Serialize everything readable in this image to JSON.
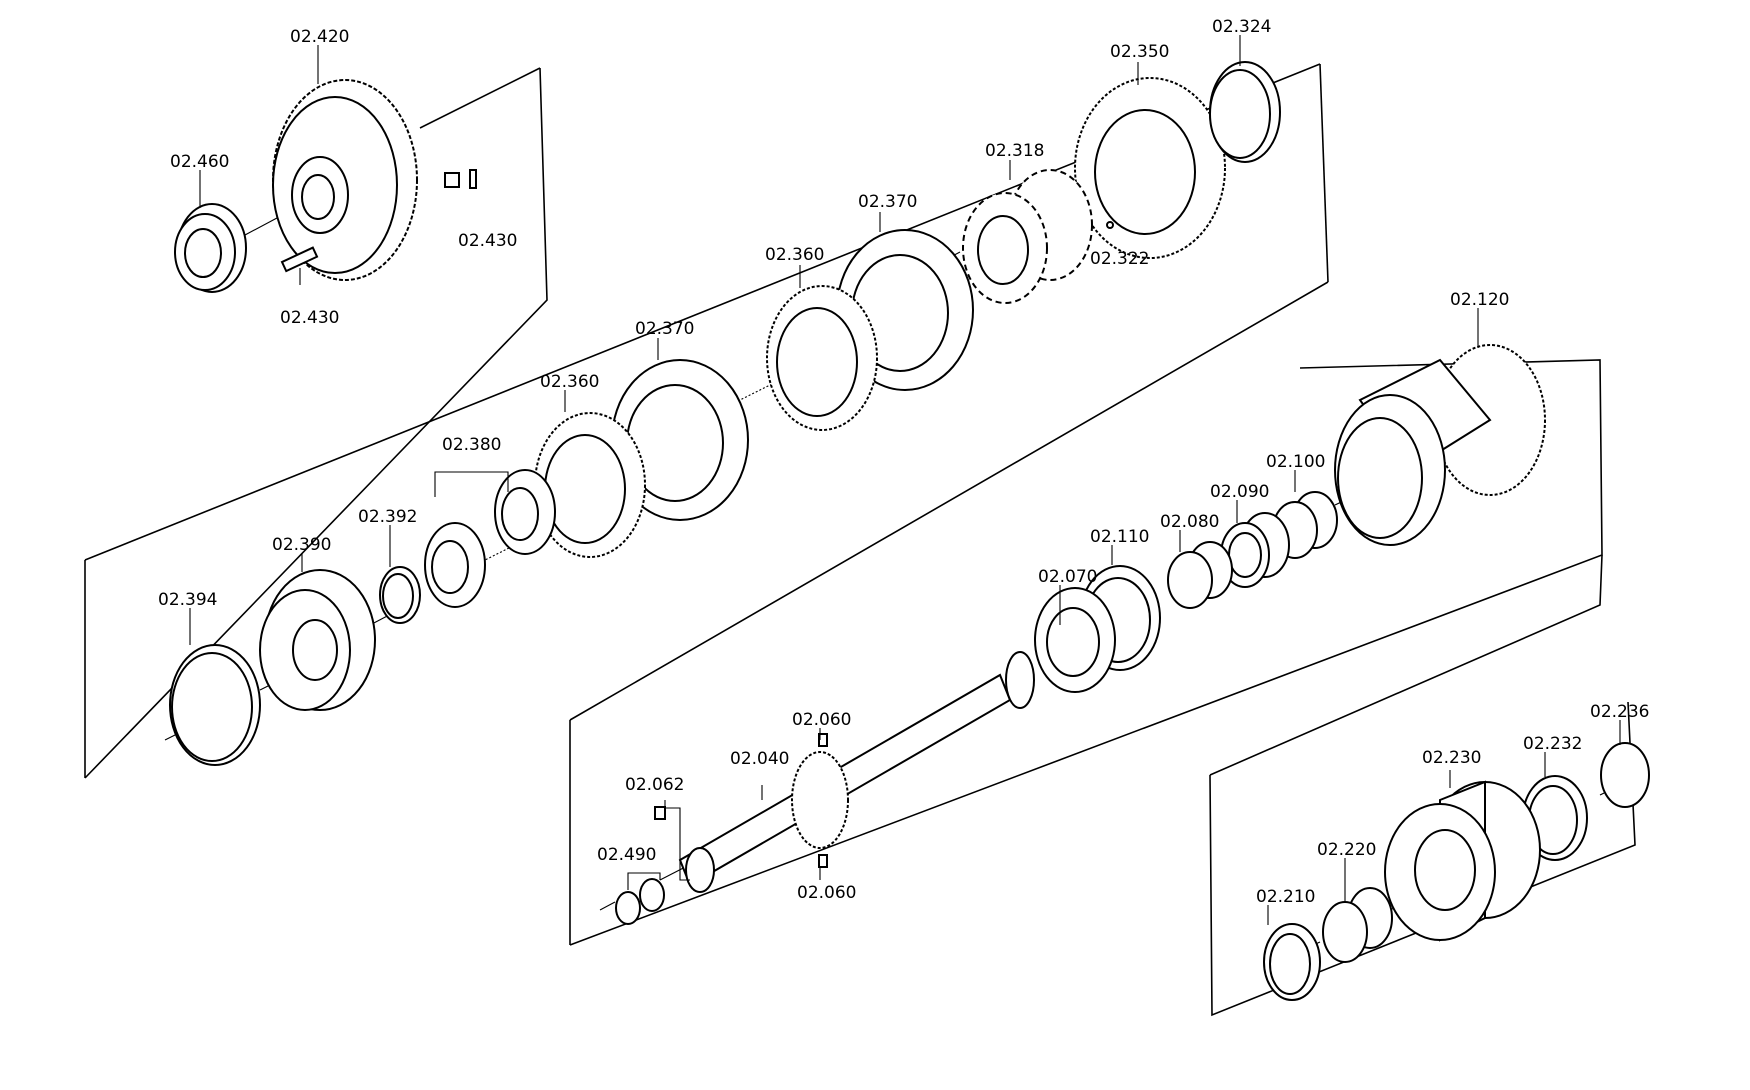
{
  "diagram": {
    "labels": {
      "l_02_420": "02.420",
      "l_02_460": "02.460",
      "l_02_430a": "02.430",
      "l_02_430b": "02.430",
      "l_02_350": "02.350",
      "l_02_324": "02.324",
      "l_02_318": "02.318",
      "l_02_322": "02.322",
      "l_02_370a": "02.370",
      "l_02_360a": "02.360",
      "l_02_370b": "02.370",
      "l_02_360b": "02.360",
      "l_02_380": "02.380",
      "l_02_392": "02.392",
      "l_02_390": "02.390",
      "l_02_394": "02.394",
      "l_02_120": "02.120",
      "l_02_100": "02.100",
      "l_02_090": "02.090",
      "l_02_080": "02.080",
      "l_02_110": "02.110",
      "l_02_070": "02.070",
      "l_02_060a": "02.060",
      "l_02_060b": "02.060",
      "l_02_040": "02.040",
      "l_02_062": "02.062",
      "l_02_490": "02.490",
      "l_02_236": "02.236",
      "l_02_232": "02.232",
      "l_02_230": "02.230",
      "l_02_220": "02.220",
      "l_02_210": "02.210"
    }
  }
}
